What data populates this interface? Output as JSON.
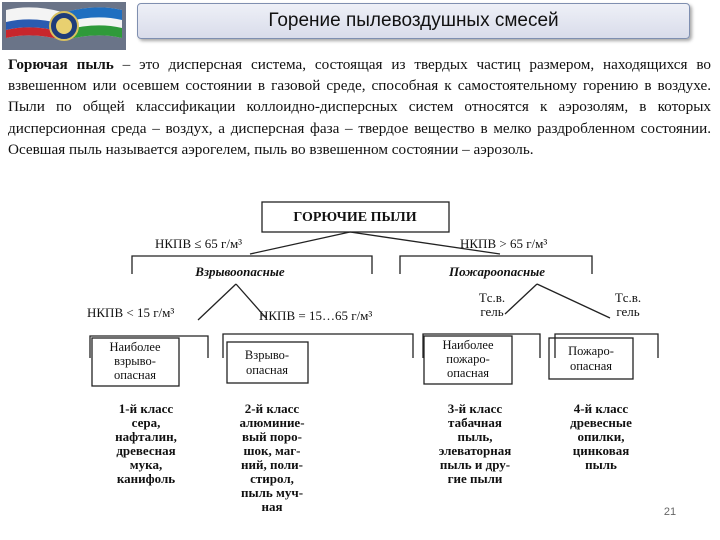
{
  "title": "Горение пылевоздушных смесей",
  "paragraph": {
    "term": "Горючая пыль",
    "text": " – это дисперсная система, состоящая из твердых частиц размером, находящихся во взвешенном или осевшем состоянии в газовой среде, способная к самостоятельному горению в воздухе. Пыли по общей классификации коллоидно-дисперсных систем относятся к аэрозолям, в которых дисперсионная среда – воздух, а дисперсная фаза – твердое вещество в мелко раздробленном состоянии. Осевшая пыль называется аэрогелем, пыль во взвешенном состоянии – аэрозоль."
  },
  "diagram": {
    "root": "ГОРЮЧИЕ ПЫЛИ",
    "left_condition": "НКПВ ≤ 65 г/м³",
    "right_condition": "НКПВ > 65 г/м³",
    "left_group": "Взрывоопасные",
    "right_group": "Пожароопасные",
    "sub_left_1": "НКПВ < 15 г/м³",
    "sub_left_2": "НКПВ = 15…65 г/м³",
    "sub_right_1": [
      "Tс.в.",
      "гель"
    ],
    "sub_right_2": [
      "Tс.в.",
      "гель"
    ],
    "boxes": [
      [
        "Наиболее",
        "взрыво-",
        "опасная"
      ],
      [
        "Взрыво-",
        "опасная"
      ],
      [
        "Наиболее",
        "пожаро-",
        "опасная"
      ],
      [
        "Пожаро-",
        "опасная"
      ]
    ],
    "classes": [
      [
        "1-й класс",
        "сера,",
        "нафталин,",
        "древесная",
        "мука,",
        "канифоль"
      ],
      [
        "2-й класс",
        "алюминие-",
        "вый поро-",
        "шок, маг-",
        "ний, поли-",
        "стирол,",
        "пыль муч-",
        "ная"
      ],
      [
        "3-й класс",
        "табачная",
        "пыль,",
        "элеваторная",
        "пыль и дру-",
        "гие пыли"
      ],
      [
        "4-й класс",
        "древесные",
        "опилки,",
        "цинковая",
        "пыль"
      ]
    ]
  },
  "page_number": "21"
}
